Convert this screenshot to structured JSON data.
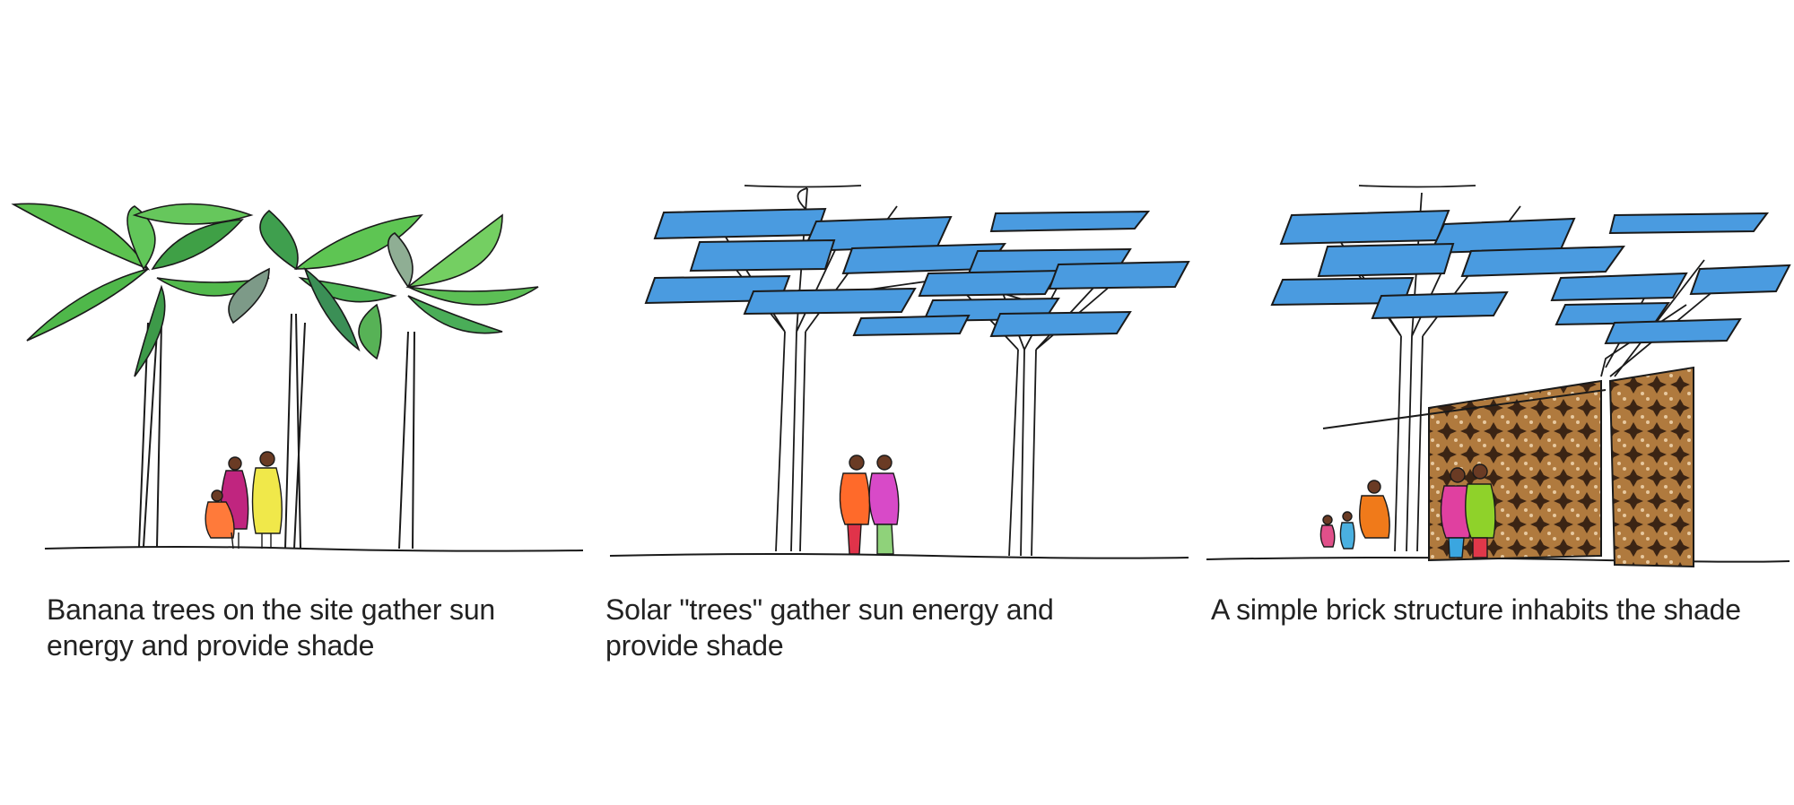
{
  "panels": [
    {
      "caption": "Banana trees on the site gather sun energy and provide shade"
    },
    {
      "caption": "Solar \"trees\" gather sun energy and provide shade"
    },
    {
      "caption": "A simple brick structure inhabits the shade"
    }
  ],
  "colors": {
    "leaf": "#4fb84a",
    "leaf_dark": "#2f8a3a",
    "panel_blue": "#4a9be0",
    "brick": "#8a5a2b",
    "ink": "#1a1a1a"
  }
}
